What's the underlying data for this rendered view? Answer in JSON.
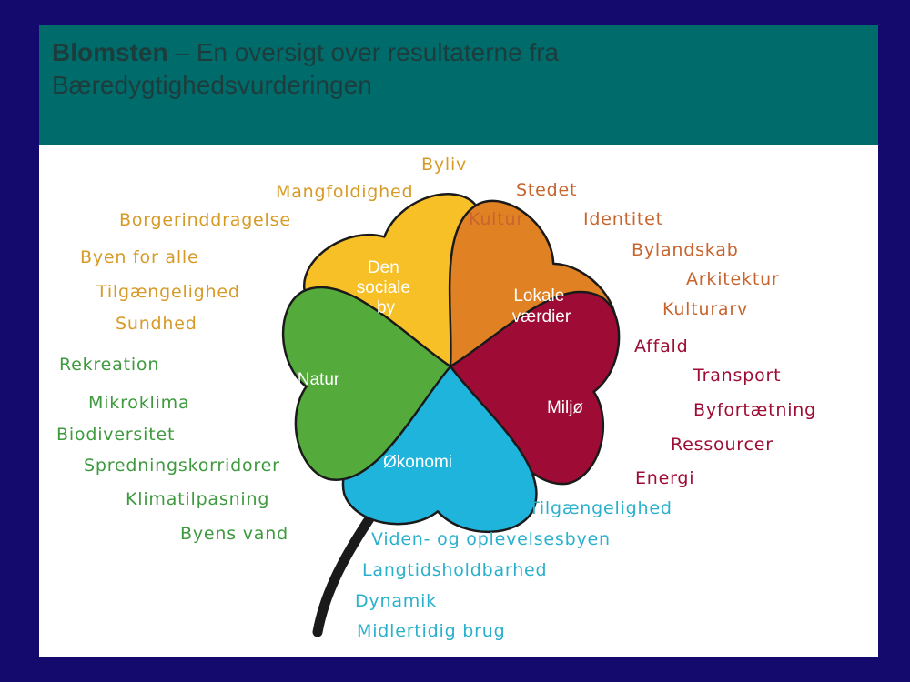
{
  "title": {
    "bold": "Blomsten",
    "rest": " – En oversigt over resultaterne fra",
    "line2": "Bæredygtighedsvurderingen"
  },
  "colors": {
    "background": "#140a6e",
    "header": "#006b6b",
    "social": "#f6c026",
    "social_text": "#d89a26",
    "lokale": "#e08224",
    "lokale_text": "#c8642e",
    "miljo": "#9e0b34",
    "miljo_text": "#9e0b34",
    "okonomi": "#1fb4dc",
    "okonomi_text": "#2ab0cc",
    "natur": "#54ab3c",
    "natur_text": "#3e9a3e",
    "stem": "#1a1a1a"
  },
  "petals": {
    "social": [
      "Den",
      "sociale",
      "by"
    ],
    "lokale": [
      "Lokale",
      "værdier"
    ],
    "miljo": "Miljø",
    "okonomi": "Økonomi",
    "natur": "Natur"
  },
  "labels": {
    "social": [
      "Byliv",
      "Mangfoldighed",
      "Borgerinddragelse",
      "Byen for alle",
      "Tilgængelighed",
      "Sundhed"
    ],
    "lokale": [
      "Stedet",
      "Kultur",
      "Identitet",
      "Bylandskab",
      "Arkitektur",
      "Kulturarv"
    ],
    "miljo": [
      "Affald",
      "Transport",
      "Byfortætning",
      "Ressourcer",
      "Energi"
    ],
    "okonomi": [
      "Tilgængelighed",
      "Viden- og oplevelsesbyen",
      "Langtidsholdbarhed",
      "Dynamik",
      "Midlertidig brug"
    ],
    "natur": [
      "Rekreation",
      "Mikroklima",
      "Biodiversitet",
      "Spredningskorridorer",
      "Klimatilpasning",
      "Byens vand"
    ]
  }
}
